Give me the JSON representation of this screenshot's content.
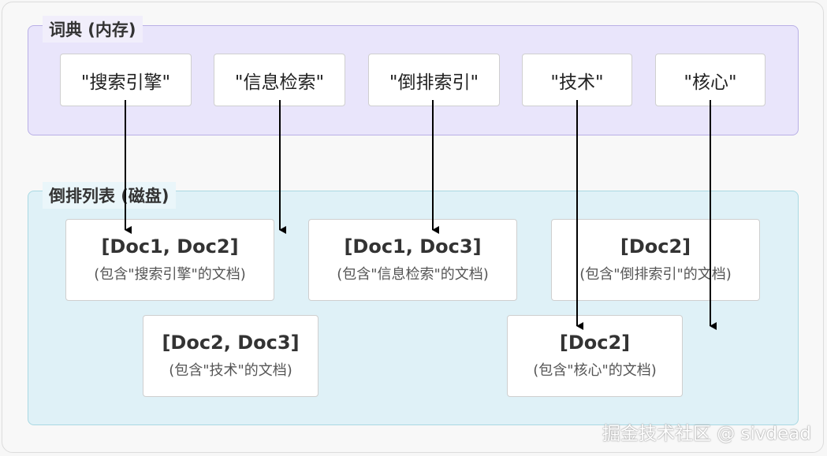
{
  "dictionary": {
    "title": "词典 (内存)",
    "terms": [
      "\"搜索引擎\"",
      "\"信息检索\"",
      "\"倒排索引\"",
      "\"技术\"",
      "\"核心\""
    ]
  },
  "posting_lists": {
    "title": "倒排列表 (磁盘)",
    "items": [
      {
        "docs": "[Doc1, Doc2]",
        "desc": "(包含\"搜索引擎\"的文档)"
      },
      {
        "docs": "[Doc1, Doc3]",
        "desc": "(包含\"信息检索\"的文档)"
      },
      {
        "docs": "[Doc2]",
        "desc": "(包含\"倒排索引\"的文档)"
      },
      {
        "docs": "[Doc2, Doc3]",
        "desc": "(包含\"技术\"的文档)"
      },
      {
        "docs": "[Doc2]",
        "desc": "(包含\"核心\"的文档)"
      }
    ]
  },
  "watermark": "掘金技术社区 @ sivdead",
  "colors": {
    "dictionary_bg": "#e9e5fb",
    "dictionary_border": "#b9b0e6",
    "posting_bg": "#dff1f7",
    "posting_border": "#a9d9e3",
    "arrow": "#000000"
  }
}
